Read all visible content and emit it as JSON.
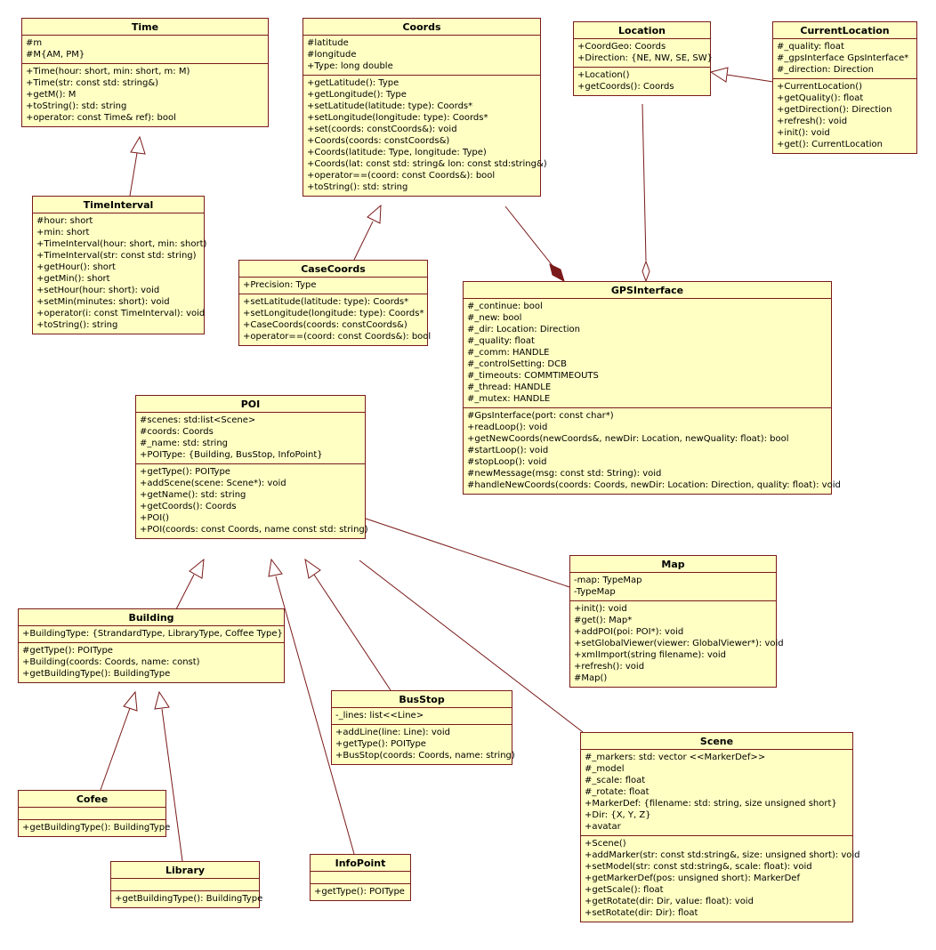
{
  "classes": [
    {
      "id": "Time",
      "name": "Time",
      "attributes": [
        "#m",
        "#M{AM, PM}"
      ],
      "operations": [
        "+Time(hour: short, min: short, m: M)",
        "+Time(str: const std: string&)",
        "+getM(): M",
        "+toString(): std: string",
        "+operator: const Time& ref): bool"
      ]
    },
    {
      "id": "TimeInterval",
      "name": "TimeInterval",
      "attributes": [
        "#hour: short",
        "+min: short",
        "+TimeInterval(hour: short, min: short)",
        "+TimeInterval(str: const std: string)",
        "+getHour(): short",
        "+getMin(): short",
        "+setHour(hour: short): void",
        "+setMin(minutes: short): void",
        "+operator(i: const TimeInterval): void",
        "+toString(): string"
      ],
      "operations": []
    },
    {
      "id": "Coords",
      "name": "Coords",
      "attributes": [
        "#latitude",
        "#longitude",
        "+Type: long double"
      ],
      "operations": [
        "+getLatitude(): Type",
        "+getLongitude(): Type",
        "+setLatitude(latitude: type): Coords*",
        "+setLongitude(longitude: type): Coords*",
        "+set(coords: constCoords&): void",
        "+Coords(coords: constCoords&)",
        "+Coords(latitude: Type, longitude: Type)",
        "+Coords(lat: const std: string& lon: const std:string&)",
        "+operator==(coord: const Coords&): bool",
        "+toString(): std: string"
      ]
    },
    {
      "id": "CaseCoords",
      "name": "CaseCoords",
      "attributes": [
        "+Precision: Type"
      ],
      "operations": [
        "+setLatitude(latitude: type): Coords*",
        "+setLongitude(longitude: type): Coords*",
        "+CaseCoords(coords: constCoords&)",
        "+operator==(coord: const Coords&): bool"
      ]
    },
    {
      "id": "Location",
      "name": "Location",
      "attributes": [
        "+CoordGeo: Coords",
        "+Direction: {NE, NW, SE, SW}"
      ],
      "operations": [
        "+Location()",
        "+getCoords(): Coords"
      ]
    },
    {
      "id": "CurrentLocation",
      "name": "CurrentLocation",
      "attributes": [
        "#_quality: float",
        "#_gpsInterface GpsInterface*",
        "#_direction: Direction"
      ],
      "operations": [
        "+CurrentLocation()",
        "+getQuality(): float",
        "+getDirection(): Direction",
        "+refresh(): void",
        "+init(): void",
        "+get(): CurrentLocation"
      ]
    },
    {
      "id": "GPSInterface",
      "name": "GPSInterface",
      "attributes": [
        "#_continue: bool",
        "#_new: bool",
        "#_dir: Location: Direction",
        "#_quality: float",
        "#_comm: HANDLE",
        "#_controlSetting: DCB",
        "#_timeouts: COMMTIMEOUTS",
        "#_thread: HANDLE",
        "#_mutex: HANDLE"
      ],
      "operations": [
        "#GpsInterface(port: const char*)",
        "+readLoop(): void",
        "+getNewCoords(newCoords&, newDir: Location, newQuality: float): bool",
        "#startLoop(): void",
        "#stopLoop(): void",
        "#newMessage(msg: const std: String): void",
        "#handleNewCoords(coords: Coords, newDir: Location: Direction, quality: float): void"
      ]
    },
    {
      "id": "POI",
      "name": "POI",
      "attributes": [
        "#scenes: std:list<Scene>",
        "#coords: Coords",
        "#_name: std: string",
        "+POIType: {Building, BusStop, InfoPoint}"
      ],
      "operations": [
        "+getType(): POIType",
        "+addScene(scene: Scene*): void",
        "+getName(): std: string",
        "+getCoords(): Coords",
        "+POI()",
        "+POI(coords: const Coords, name const std: string)"
      ]
    },
    {
      "id": "Map",
      "name": "Map",
      "attributes": [
        "-map: TypeMap",
        "-TypeMap"
      ],
      "operations": [
        "+init(): void",
        "#get(): Map*",
        "+addPOI(poi: POI*): void",
        "+setGlobalViewer(viewer: GlobalViewer*): void",
        "+xmlImport(string filename): void",
        "+refresh(): void",
        "#Map()"
      ]
    },
    {
      "id": "Building",
      "name": "Building",
      "attributes": [
        "+BuildingType: {StrandardType, LibraryType, Coffee Type}"
      ],
      "operations": [
        "#getType(): POIType",
        "+Building(coords: Coords, name: const)",
        "+getBuildingType(): BuildingType"
      ]
    },
    {
      "id": "BusStop",
      "name": "BusStop",
      "attributes": [
        "-_lines: list<<Line>"
      ],
      "operations": [
        "+addLine(line: Line): void",
        "+getType(): POIType",
        "+BusStop(coords: Coords, name: string)"
      ]
    },
    {
      "id": "Scene",
      "name": "Scene",
      "attributes": [
        "#_markers: std: vector <<MarkerDef>>",
        "#_model",
        "#_scale: float",
        "#_rotate: float",
        "+MarkerDef: {filename: std: string, size unsigned short}",
        "+Dir: {X, Y, Z}",
        "+avatar"
      ],
      "operations": [
        "+Scene()",
        "+addMarker(str: const std:string&, size: unsigned short): void",
        "+setModel(str: const std:string&, scale: float): void",
        "+getMarkerDef(pos: unsigned short): MarkerDef",
        "+getScale(): float",
        "+getRotate(dir: Dir, value: float): void",
        "+setRotate(dir: Dir): float"
      ]
    },
    {
      "id": "Cofee",
      "name": "Cofee",
      "attributes": [],
      "operations": [
        "+getBuildingType(): BuildingType"
      ]
    },
    {
      "id": "Library",
      "name": "Library",
      "attributes": [],
      "operations": [
        "+getBuildingType(): BuildingType"
      ]
    },
    {
      "id": "InfoPoint",
      "name": "InfoPoint",
      "attributes": [],
      "operations": [
        "+getType(): POIType"
      ]
    }
  ],
  "relations": [
    {
      "from": "TimeInterval",
      "to": "Time",
      "type": "generalization"
    },
    {
      "from": "CaseCoords",
      "to": "Coords",
      "type": "generalization"
    },
    {
      "from": "CurrentLocation",
      "to": "Location",
      "type": "generalization"
    },
    {
      "from": "Coords",
      "to": "GPSInterface",
      "type": "composition"
    },
    {
      "from": "Location",
      "to": "GPSInterface",
      "type": "aggregation"
    },
    {
      "from": "Building",
      "to": "POI",
      "type": "generalization"
    },
    {
      "from": "InfoPoint",
      "to": "POI",
      "type": "generalization"
    },
    {
      "from": "BusStop",
      "to": "POI",
      "type": "generalization"
    },
    {
      "from": "POI",
      "to": "Map",
      "type": "association"
    },
    {
      "from": "POI",
      "to": "Scene",
      "type": "association"
    },
    {
      "from": "Cofee",
      "to": "Building",
      "type": "generalization"
    },
    {
      "from": "Library",
      "to": "Building",
      "type": "generalization"
    }
  ],
  "colors": {
    "box_fill": "#ffffc4",
    "line": "#7a1a1a"
  }
}
